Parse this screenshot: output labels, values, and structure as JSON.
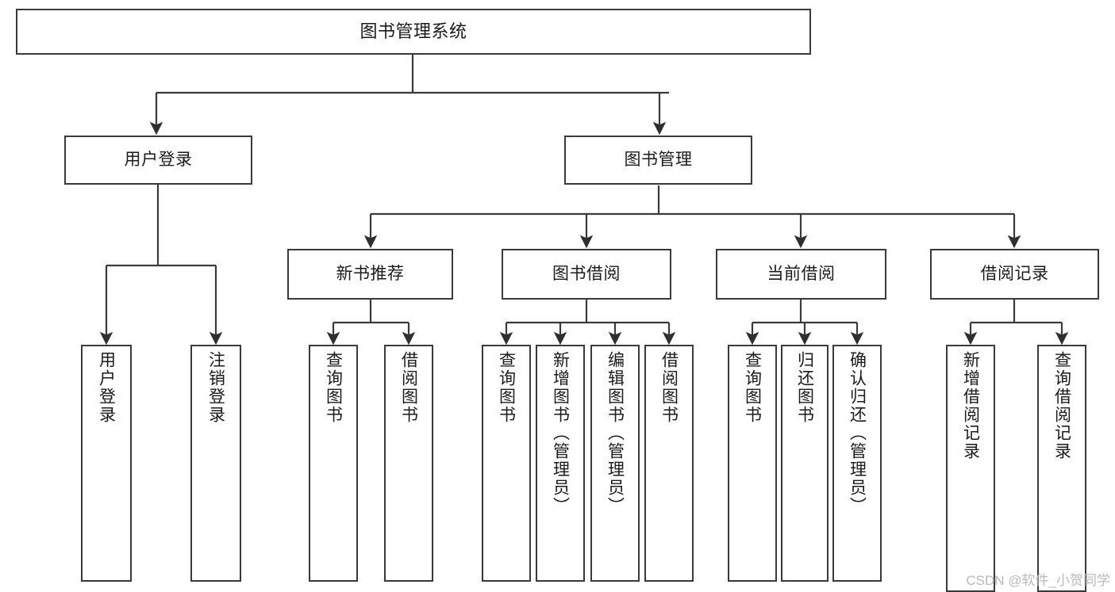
{
  "diagram": {
    "title": "图书管理系统",
    "type": "tree",
    "stroke_color": "#3a3a3a",
    "text_color": "#1b1b1b",
    "background": "#ffffff",
    "nodes": {
      "root": {
        "label": "图书管理系统"
      },
      "level2": [
        {
          "id": "user-login",
          "label": "用户登录"
        },
        {
          "id": "book-manage",
          "label": "图书管理"
        }
      ],
      "level3": [
        {
          "id": "new-book-rec",
          "label": "新书推荐"
        },
        {
          "id": "book-borrow",
          "label": "图书借阅"
        },
        {
          "id": "current-borrow",
          "label": "当前借阅"
        },
        {
          "id": "borrow-record",
          "label": "借阅记录"
        }
      ],
      "leaves": {
        "user_login": [
          {
            "id": "leaf-user-login",
            "label": "用户登录"
          },
          {
            "id": "leaf-user-logout",
            "label": "注销登录"
          }
        ],
        "new_book_rec": [
          {
            "id": "leaf-query-book-1",
            "label": "查询图书"
          },
          {
            "id": "leaf-borrow-book-1",
            "label": "借阅图书"
          }
        ],
        "book_borrow": [
          {
            "id": "leaf-query-book-2",
            "label": "查询图书"
          },
          {
            "id": "leaf-add-book",
            "label": "新增图书（管理员）"
          },
          {
            "id": "leaf-edit-book",
            "label": "编辑图书（管理员）"
          },
          {
            "id": "leaf-borrow-book-2",
            "label": "借阅图书"
          }
        ],
        "current_borrow": [
          {
            "id": "leaf-query-book-3",
            "label": "查询图书"
          },
          {
            "id": "leaf-return-book",
            "label": "归还图书"
          },
          {
            "id": "leaf-confirm-return",
            "label": "确认归还（管理员）"
          }
        ],
        "borrow_record": [
          {
            "id": "leaf-add-record",
            "label": "新增借阅记录"
          },
          {
            "id": "leaf-query-record",
            "label": "查询借阅记录"
          }
        ]
      }
    }
  },
  "watermark": {
    "text": "CSDN @软件_小贺同学"
  }
}
